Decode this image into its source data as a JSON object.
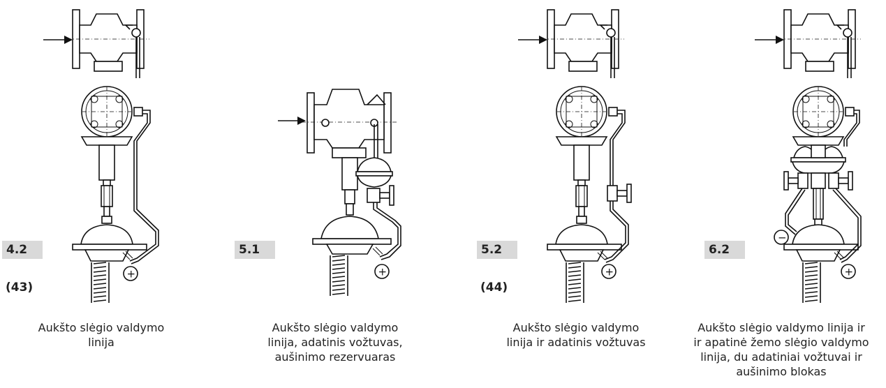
{
  "figures": [
    {
      "id": "4.2",
      "label": "4.2",
      "ref": "(43)",
      "caption": "Aukšto slėgio valdymo\nlinija",
      "signs": [
        "+"
      ]
    },
    {
      "id": "5.1",
      "label": "5.1",
      "ref": "",
      "caption": "Aukšto slėgio valdymo\nlinija, adatinis vožtuvas,\naušinimo rezervuaras",
      "signs": [
        "+"
      ]
    },
    {
      "id": "5.2",
      "label": "5.2",
      "ref": "(44)",
      "caption": "Aukšto slėgio valdymo\nlinija ir adatinis vožtuvas",
      "signs": [
        "+"
      ]
    },
    {
      "id": "6.2",
      "label": "6.2",
      "ref": "",
      "caption": "Aukšto slėgio valdymo linija ir\nir apatinė žemo slėgio valdymo\nlinija, du adatiniai vožtuvai ir\naušinimo blokas",
      "signs": [
        "+",
        "−"
      ]
    }
  ],
  "icons": [
    "flow-arrow-icon",
    "valve-body-icon",
    "diaphragm-actuator-icon",
    "spring-icon",
    "needle-valve-icon"
  ]
}
